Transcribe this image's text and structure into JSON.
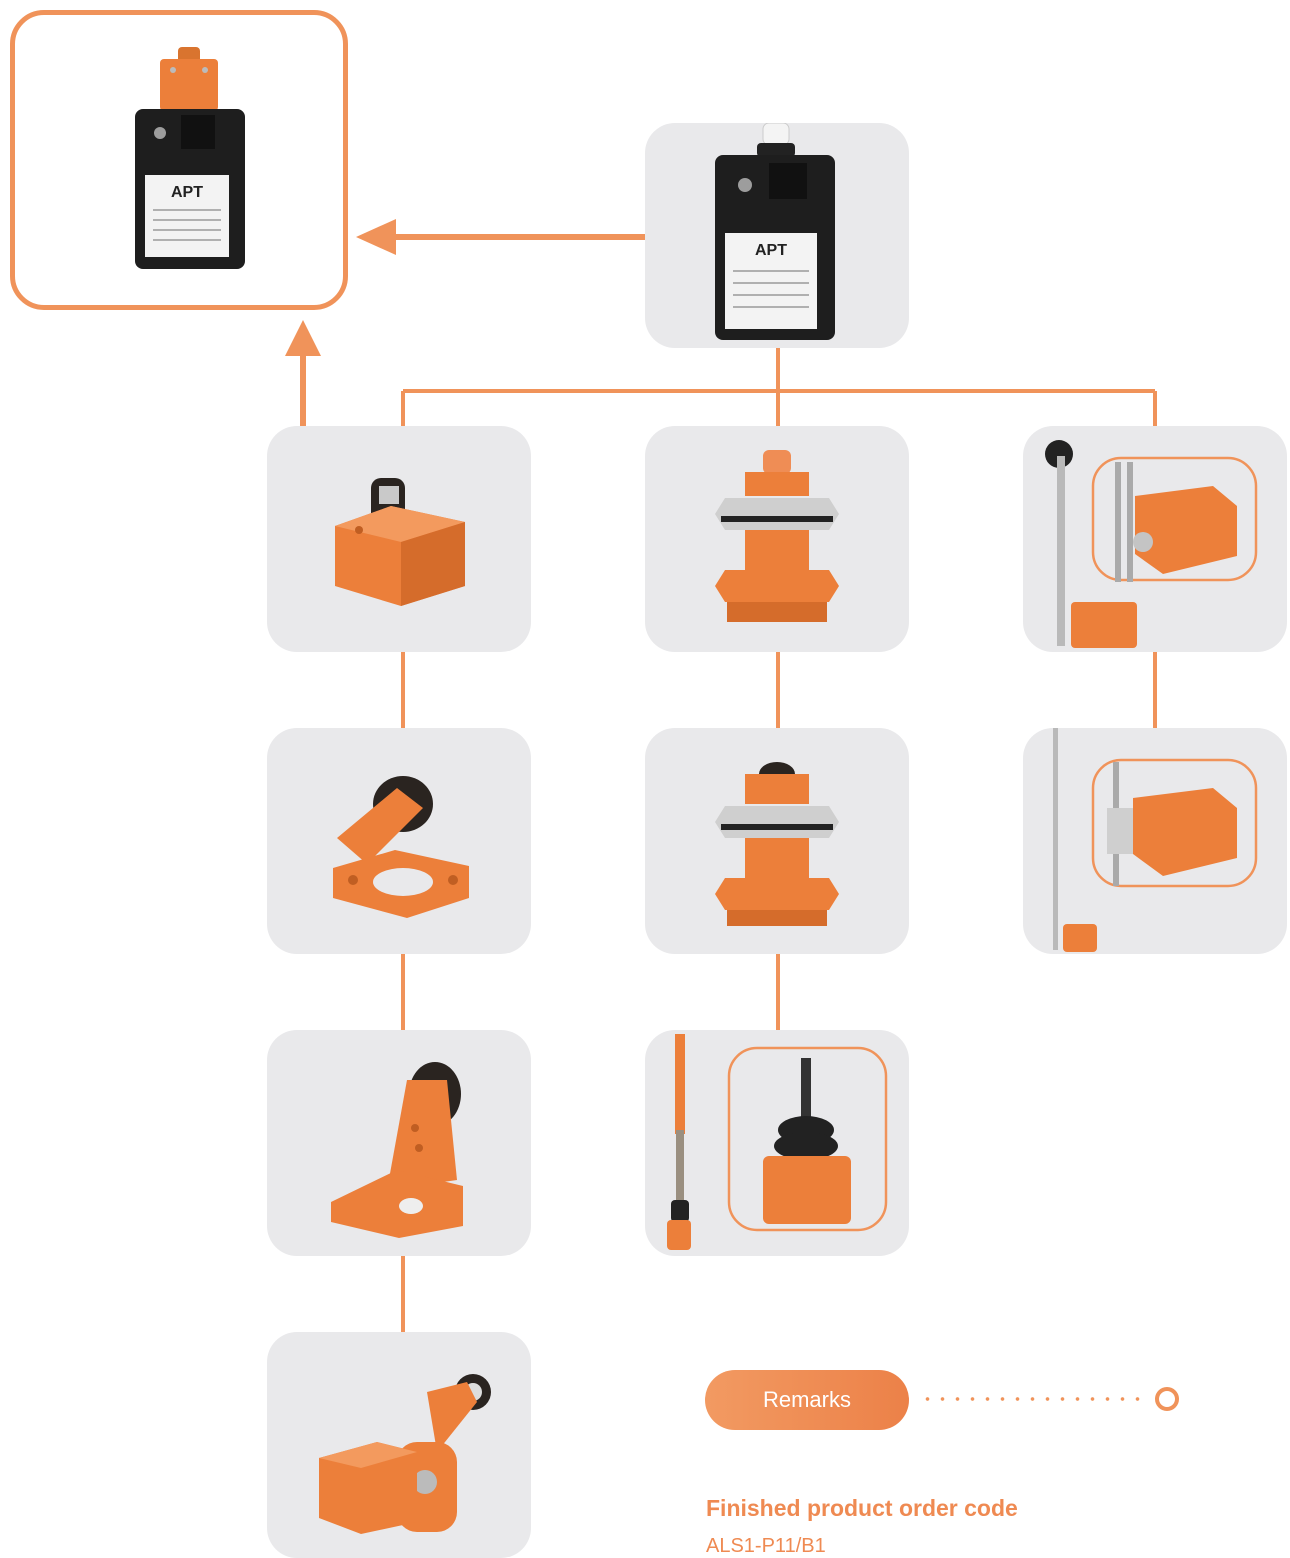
{
  "remarks": {
    "label": "Remarks"
  },
  "order": {
    "heading": "Finished product order code",
    "code": "ALS1-P11/B1"
  },
  "switch_label": {
    "brand": "APT"
  },
  "colors": {
    "accent": "#f0935a",
    "card_bg": "#e9e9eb",
    "part_orange": "#ec7f3a",
    "body_black": "#1e1e1e"
  },
  "icons": {
    "arrows": "arrow-left, arrow-up",
    "end_marker": "circle-ring-icon"
  }
}
